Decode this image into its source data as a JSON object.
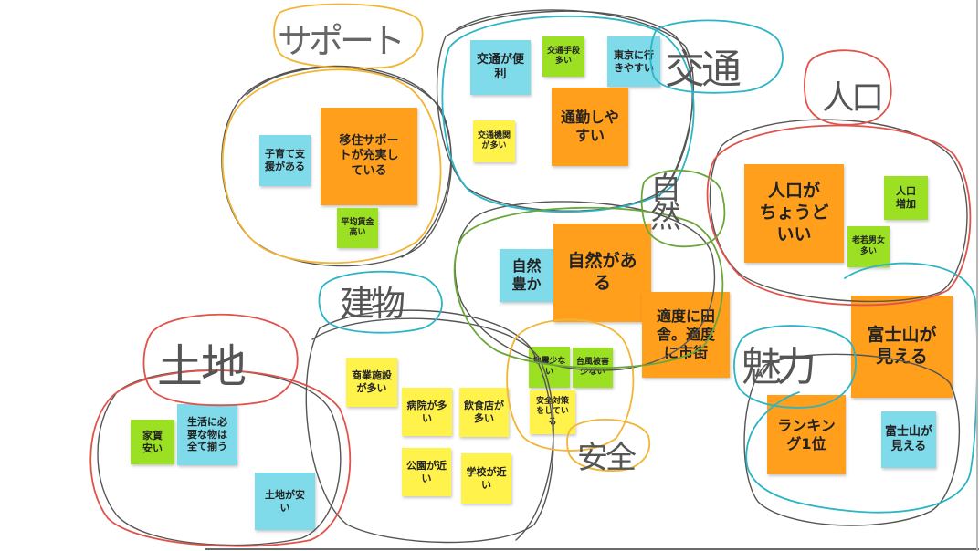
{
  "colors": {
    "blue_note": "#7fdaea",
    "orange_note": "#ff9f1c",
    "yellow_note": "#fff24a",
    "green_note": "#9be022",
    "ink_gray": "#555555",
    "ink_orange": "#f2b535",
    "ink_teal": "#2bb5c5",
    "ink_red": "#e0524a",
    "ink_green": "#6aa63a"
  },
  "labels": {
    "support": "サポート",
    "transport": "交通",
    "population": "人口",
    "nature": "自然",
    "building": "建物",
    "land": "土地",
    "safety": "安全",
    "charm": "魅力"
  },
  "notes": {
    "n01": "交通が便\n利",
    "n02": "交通手段\n多い",
    "n03": "東京に行\nきやすい",
    "n04": "通勤しや\nすい",
    "n05": "交通機関\nが多い",
    "n06": "子育て支\n援がある",
    "n07": "移住サポー\nトが充実し\nている",
    "n08": "平均賃金\n高い",
    "n09": "人口が\nちょうど\nいい",
    "n10": "人口\n増加",
    "n11": "老若男女\n多い",
    "n12": "自然\n豊か",
    "n13": "自然があ\nる",
    "n14": "適度に田\n舎。適度\nに市街",
    "n15": "富士山が\n見える",
    "n16": "ランキン\nグ1位",
    "n17": "富士山が\n見える",
    "n18": "商業施設\nが多い",
    "n19": "病院が多\nい",
    "n20": "飲食店が\n多い",
    "n21": "公園が近\nい",
    "n22": "学校が近\nい",
    "n23": "地震少な\nい",
    "n24": "台風被害\n少ない",
    "n25": "安全対策\nをしてい\nる",
    "n26": "家賃\n安い",
    "n27": "生活に必\n要な物は\n全て揃う",
    "n28": "土地が安\nい"
  }
}
